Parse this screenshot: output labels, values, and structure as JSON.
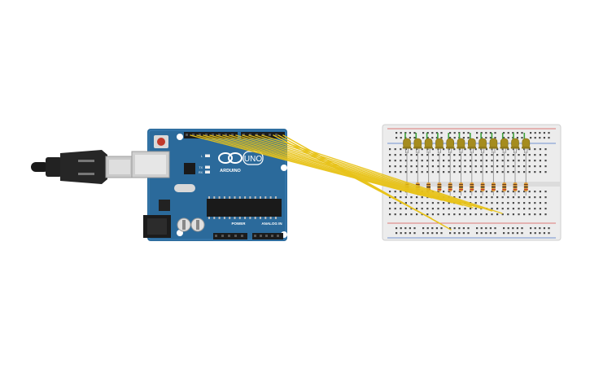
{
  "canvas": {
    "background": "#ffffff"
  },
  "arduino": {
    "board_color": "#2b6a9b",
    "logo_text": "ARDUINO",
    "model_text": "UNO",
    "power_label": "POWER",
    "analog_label": "ANALOG IN",
    "led_labels": [
      "L",
      "TX",
      "RX"
    ],
    "usb_connector_color": "#2a2a2a"
  },
  "breadboard": {
    "color": "#ececec",
    "rail_red": "#d9534f",
    "rail_blue": "#4a74c9"
  },
  "circuit": {
    "led_count": 12,
    "led_color": "#a58c1e",
    "wire_color": "#e8c31a",
    "resistor_color": "#d99a3a",
    "green_wire_color": "#3fa13b"
  }
}
